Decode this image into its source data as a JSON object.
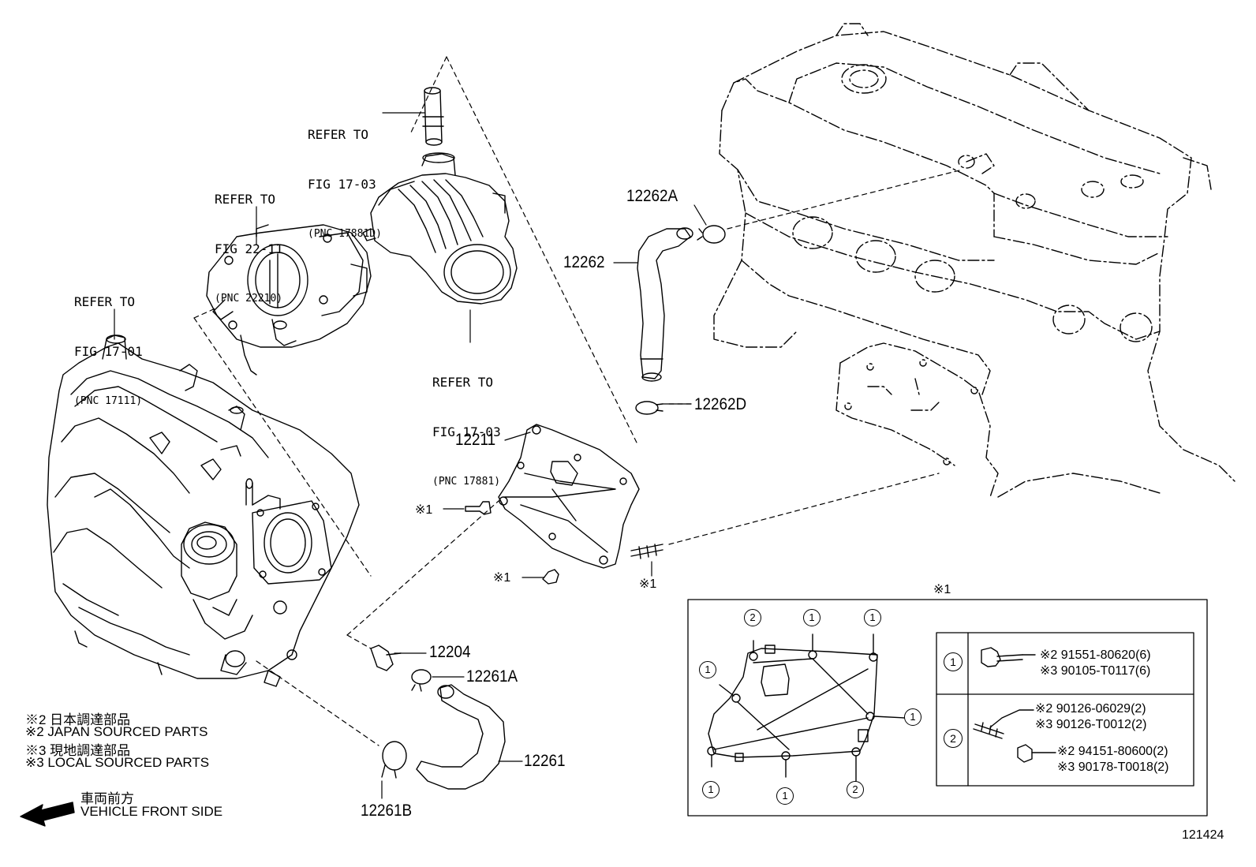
{
  "refs": [
    {
      "line1": "REFER TO",
      "line2": "FIG 17-03",
      "pnc": "(PNC 17881D)"
    },
    {
      "line1": "REFER TO",
      "line2": "FIG 22-11",
      "pnc": "(PNC 22210)"
    },
    {
      "line1": "REFER TO",
      "line2": "FIG 17-01",
      "pnc": "(PNC 17111)"
    },
    {
      "line1": "REFER TO",
      "line2": "FIG 17-03",
      "pnc": "(PNC 17881)"
    }
  ],
  "parts": {
    "p12262A": "12262A",
    "p12262": "12262",
    "p12262D": "12262D",
    "p12211": "12211",
    "p12204": "12204",
    "p12261A": "12261A",
    "p12261": "12261",
    "p12261B": "12261B"
  },
  "markers": {
    "m1": "※1",
    "m2": "※1",
    "m3": "※1",
    "detail": "※1"
  },
  "detail_table": {
    "row1": {
      "index": "1",
      "lines": [
        "※2 91551-80620(6)",
        "※3 90105-T0117(6)"
      ]
    },
    "row2": {
      "index": "2",
      "lines_a": [
        "※2 90126-06029(2)",
        "※3 90126-T0012(2)"
      ],
      "lines_b": [
        "※2 94151-80600(2)",
        "※3 90178-T0018(2)"
      ]
    }
  },
  "detail_callouts": {
    "c_top2": "2",
    "c_top1a": "1",
    "c_top1b": "1",
    "c_left1": "1",
    "c_right1": "1",
    "c_bl1": "1",
    "c_bm1": "1",
    "c_br2": "2"
  },
  "legend": {
    "l1": "※2  日本調達部品",
    "l2": "※2  JAPAN SOURCED PARTS",
    "l3": "※3  現地調達部品",
    "l4": "※3  LOCAL SOURCED PARTS"
  },
  "direction": {
    "jp": "車両前方",
    "en": "VEHICLE FRONT SIDE"
  },
  "figure_id": "121424"
}
